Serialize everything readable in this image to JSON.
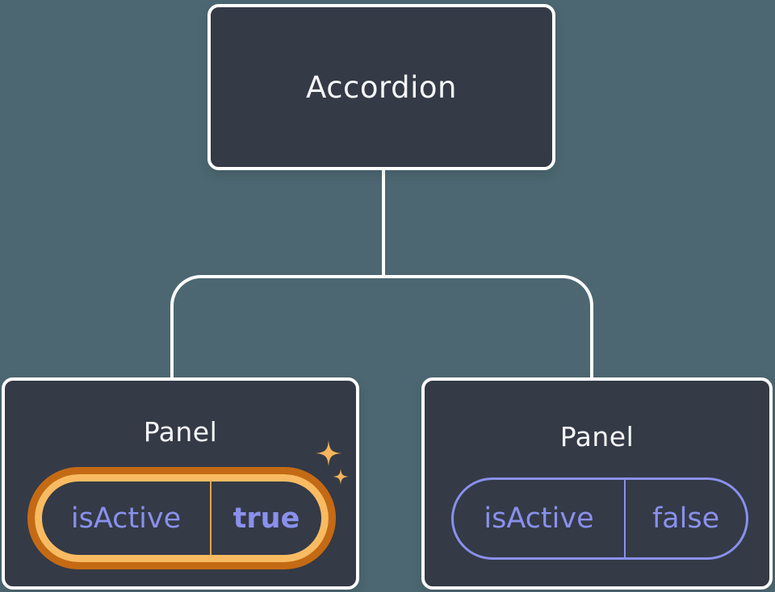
{
  "diagram": {
    "root": {
      "label": "Accordion"
    },
    "panels": [
      {
        "title": "Panel",
        "prop_name": "isActive",
        "prop_value": "true",
        "state": "active"
      },
      {
        "title": "Panel",
        "prop_name": "isActive",
        "prop_value": "false",
        "state": "inactive"
      }
    ]
  },
  "colors": {
    "background": "#4C6771",
    "node_fill": "#343A46",
    "node_border": "#FFFFFF",
    "connector": "#FFFFFF",
    "title_text": "#F6F7F9",
    "prop_text_purple": "#8A90EC",
    "pill_outline_purple": "#8A90EC",
    "highlight_orange_dark": "#C56A14",
    "highlight_orange_light": "#F9BB61",
    "highlight_divider_orange": "#E3A24C",
    "sparkle": "#F6B45C"
  }
}
